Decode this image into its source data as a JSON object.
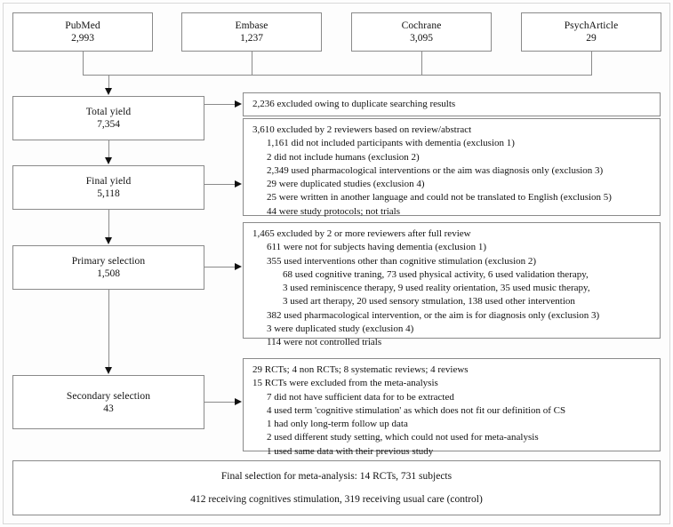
{
  "diagram": {
    "title": "PRISMA study selection flow diagram",
    "sources": [
      {
        "name": "PubMed",
        "count": "2,993"
      },
      {
        "name": "Embase",
        "count": "1,237"
      },
      {
        "name": "Cochrane",
        "count": "3,095"
      },
      {
        "name": "PsychArticle",
        "count": "29"
      }
    ],
    "stages": [
      {
        "name": "Total yield",
        "count": "7,354"
      },
      {
        "name": "Final yield",
        "count": "5,118"
      },
      {
        "name": "Primary selection",
        "count": "1,508"
      },
      {
        "name": "Secondary selection",
        "count": "43"
      }
    ],
    "exclusions": [
      {
        "id": "duplicates",
        "lines": [
          {
            "indent": 0,
            "text": "2,236 excluded owing to duplicate searching results"
          }
        ]
      },
      {
        "id": "review-abstract",
        "lines": [
          {
            "indent": 0,
            "text": "3,610 excluded by 2 reviewers based on review/abstract"
          },
          {
            "indent": 1,
            "text": "1,161 did not included participants with dementia (exclusion 1)"
          },
          {
            "indent": 1,
            "text": "2 did not include humans (exclusion 2)"
          },
          {
            "indent": 1,
            "text": "2,349 used pharmacological interventions or the aim was diagnosis only (exclusion 3)"
          },
          {
            "indent": 1,
            "text": "29 were duplicated studies (exclusion 4)"
          },
          {
            "indent": 1,
            "text": "25 were written in another language and could not be translated to English  (exclusion 5)"
          },
          {
            "indent": 1,
            "text": "44 were study protocols; not trials"
          }
        ]
      },
      {
        "id": "full-review",
        "lines": [
          {
            "indent": 0,
            "text": "1,465 excluded by 2 or more reviewers after full review"
          },
          {
            "indent": 1,
            "text": "611 were not for subjects having dementia (exclusion 1)"
          },
          {
            "indent": 1,
            "text": "355 used interventions other than cognitive stimulation (exclusion 2)"
          },
          {
            "indent": 2,
            "text": "68 used cognitive traning, 73 used physical activity, 6 used validation therapy,"
          },
          {
            "indent": 2,
            "text": "3 used reminiscence therapy, 9 used reality orientation, 35 used music therapy,"
          },
          {
            "indent": 2,
            "text": "3 used art therapy, 20 used sensory stmulation, 138 used other intervention"
          },
          {
            "indent": 1,
            "text": "382 used pharmacological intervention, or the aim is for diagnosis only (exclusion 3)"
          },
          {
            "indent": 1,
            "text": "3 were duplicated study (exclusion 4)"
          },
          {
            "indent": 1,
            "text": "114 were not controlled trials"
          }
        ]
      },
      {
        "id": "meta-analysis",
        "lines": [
          {
            "indent": 0,
            "text": "29 RCTs; 4 non RCTs; 8 systematic reviews; 4 reviews"
          },
          {
            "indent": 0,
            "text": "15 RCTs were excluded from the meta-analysis"
          },
          {
            "indent": 1,
            "text": "7 did not have sufficient data for to be extracted"
          },
          {
            "indent": 1,
            "text": "4 used term 'cognitive stimulation' as which does not fit our definition of CS"
          },
          {
            "indent": 1,
            "text": "1 had only long-term follow up data"
          },
          {
            "indent": 1,
            "text": "2 used different study setting, which could not used for meta-analysis"
          },
          {
            "indent": 1,
            "text": "1 used same data with their previous study"
          }
        ]
      }
    ],
    "final": {
      "line1": "Final selection for meta-analysis: 14 RCTs, 731 subjects",
      "line2": "412 receiving cognitives stimulation, 319 receiving usual care (control)"
    },
    "colors": {
      "border": "#8a8a8a",
      "text": "#111111",
      "background": "#fdfdfd"
    }
  }
}
